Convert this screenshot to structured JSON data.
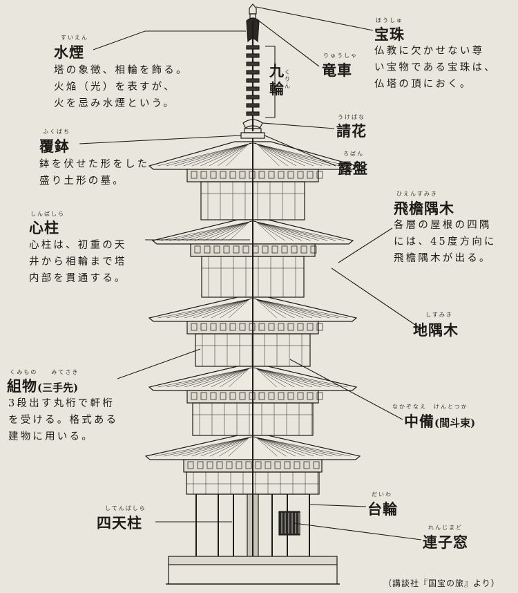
{
  "labels": {
    "suien": {
      "ruby": "すいえん",
      "term": "水煙",
      "desc": [
        "塔の象徴、相輪を飾る。",
        "火焔（光）を表すが、",
        "火を忌み水煙という。"
      ]
    },
    "hoju": {
      "ruby": "ほうしゅ",
      "term": "宝珠",
      "desc": [
        "仏教に欠かせない尊",
        "い宝物である宝珠は、",
        "仏塔の頂におく。"
      ]
    },
    "ryusha": {
      "ruby": "りゅうしゃ",
      "term": "竜車"
    },
    "kurin": {
      "ruby": "くりん",
      "term": "九輪"
    },
    "ukebana": {
      "ruby": "うけばな",
      "term": "請花"
    },
    "fukubachi": {
      "ruby": "ふくばち",
      "term": "覆鉢",
      "desc": [
        "鉢を伏せた形をした",
        "盛り土形の墓。"
      ]
    },
    "roban": {
      "ruby": "ろばん",
      "term": "露盤"
    },
    "shinbashira": {
      "ruby": "しんばしら",
      "term": "心柱",
      "desc": [
        "心柱は、初重の天",
        "井から相輪まで塔",
        "内部を貫通する。"
      ]
    },
    "hienkumiki": {
      "ruby": "ひえんすみき",
      "term": "飛檐隅木",
      "desc": [
        "各層の屋根の四隅",
        "には、45度方向に",
        "飛檐隅木が出る。"
      ]
    },
    "jisumiki": {
      "ruby": "しすみき",
      "term": "地隅木"
    },
    "kumimono": {
      "ruby": "くみもの　　みてさき",
      "term": "組物",
      "term_sub": "(三手先)",
      "desc": [
        "3段出す丸桁で軒桁",
        "を受ける。格式ある",
        "建物に用いる。"
      ]
    },
    "nakazonae": {
      "ruby": "なかぞなえ　けんとつか",
      "term": "中備",
      "term_sub": "(間斗束)"
    },
    "dairin": {
      "ruby": "だいわ",
      "term": "台輪"
    },
    "shitenbashira": {
      "ruby": "してんばしら",
      "term": "四天柱"
    },
    "renjimado": {
      "ruby": "れんじまど",
      "term": "連子窓"
    }
  },
  "credit": "（講談社『国宝の旅』より）",
  "colors": {
    "paper": "#e9e6dd",
    "ink": "#1c1b18"
  }
}
